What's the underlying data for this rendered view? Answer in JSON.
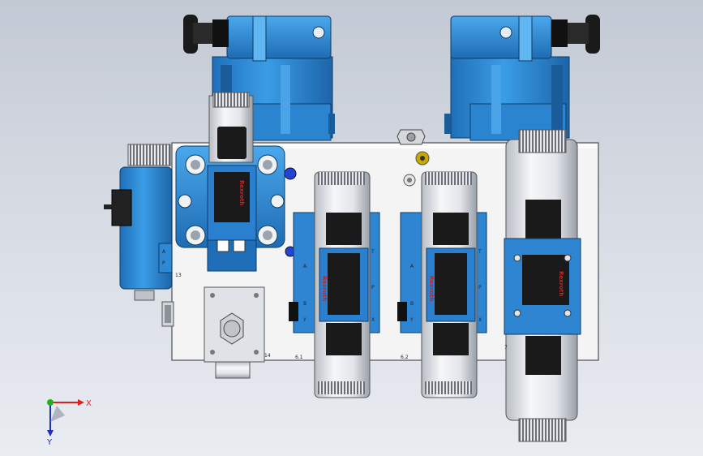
{
  "scene": {
    "background_top": "#c3c9d4",
    "background_bottom": "#e9ecf1",
    "valve_blue": "#2f8fd8",
    "manifold_white": "#f4f4f4"
  },
  "manifold": {
    "station_labels": [
      "13",
      "14",
      "6.1",
      "6.2",
      "7"
    ]
  },
  "valves": {
    "brand_text": "Rexroth",
    "port_letters": [
      "A",
      "B",
      "P",
      "T",
      "X",
      "Y"
    ],
    "block_port_labels": [
      "A",
      "P"
    ]
  },
  "triad": {
    "x_label": "X",
    "y_label": "Y",
    "x_color": "#e02020",
    "y_color": "#2030c0",
    "origin_color": "#20b020"
  }
}
